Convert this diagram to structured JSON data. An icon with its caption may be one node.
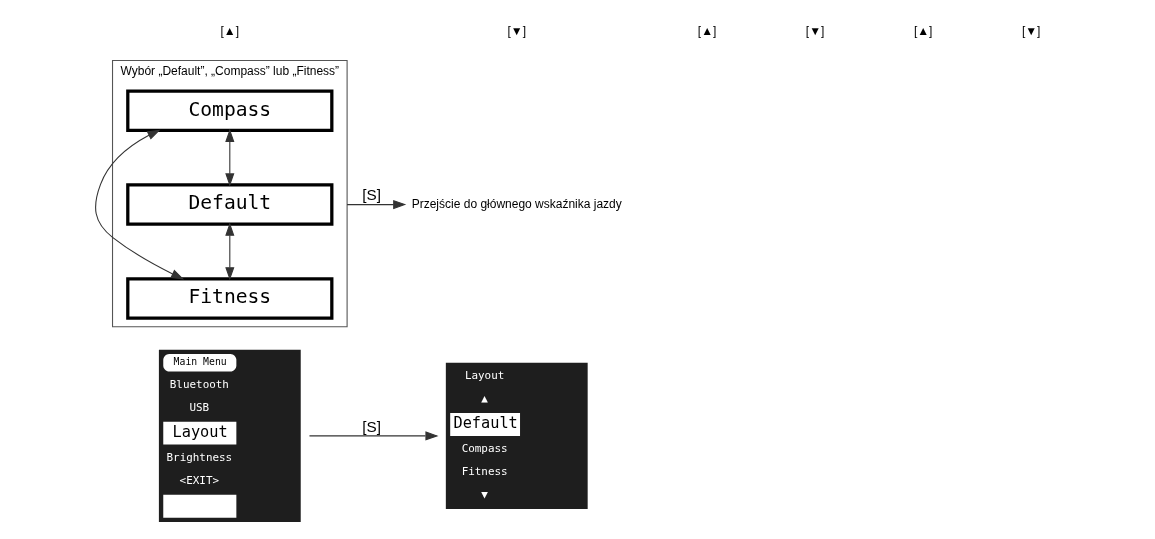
{
  "diagram": {
    "nodes": [
      {
        "text": [
          "Main Menu",
          "Bluetooth",
          "USB",
          "Layout",
          "Brightness",
          "<EXIT>"
        ]
      },
      {
        "text": [
          "Layout",
          "▲",
          "Default",
          "Compass",
          "Fitness",
          "▼"
        ]
      },
      {
        "text": [
          "Wybór „Default”, „Compass” lub „Fitness”"
        ]
      },
      {
        "text": [
          "Default"
        ],
        "in": 2
      },
      {
        "text": [
          "Compass"
        ],
        "in": 2
      },
      {
        "text": [
          "Fitness"
        ],
        "in": 2
      },
      {
        "text": [
          "Przejście do głównego wskaźnika jazdy"
        ]
      }
    ],
    "edges": [
      {
        "from": 0,
        "to": 1,
        "arrow": "to",
        "label": "[S]"
      },
      {
        "from": 5,
        "to": 3,
        "arrow": "both"
      },
      {
        "from": 3,
        "to": 4,
        "arrow": "both"
      },
      {
        "from": 4,
        "to": 5,
        "arrow": "both"
      },
      {
        "from": 2,
        "to": 6,
        "arrow": "to",
        "label": "[S]"
      }
    ],
    "labels": [
      "[▲]",
      "[▼]",
      "[▲]",
      "[▼]",
      "[▲]",
      "[▼]"
    ]
  }
}
